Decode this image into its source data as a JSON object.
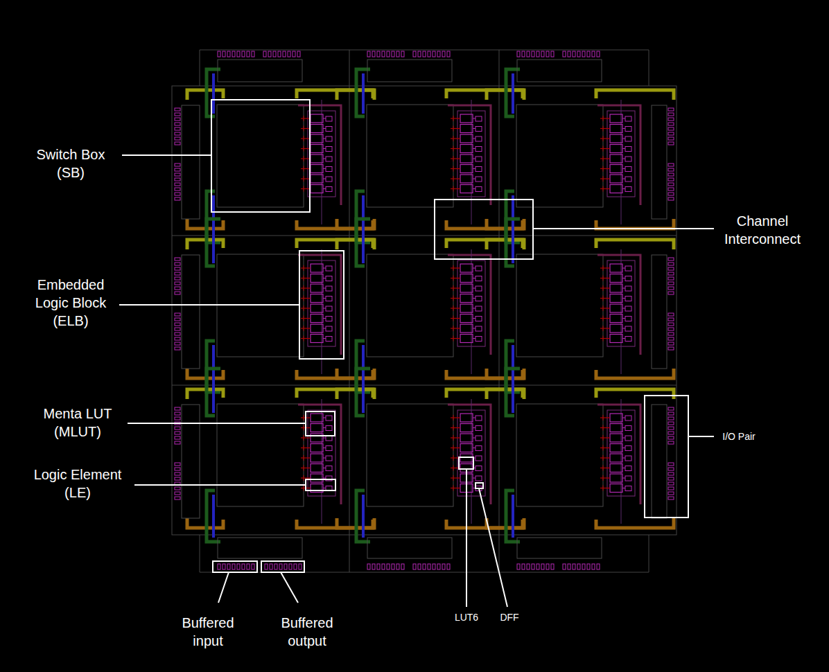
{
  "diagram": {
    "labels": [
      "Switch Box (SB)",
      "Channel Interconnect",
      "Embedded Logic Block (ELB)",
      "Menta LUT (MLUT)",
      "I/O Pair",
      "Logic Element (LE)",
      "LUT6",
      "DFF",
      "Buffered input",
      "Buffered output"
    ]
  }
}
